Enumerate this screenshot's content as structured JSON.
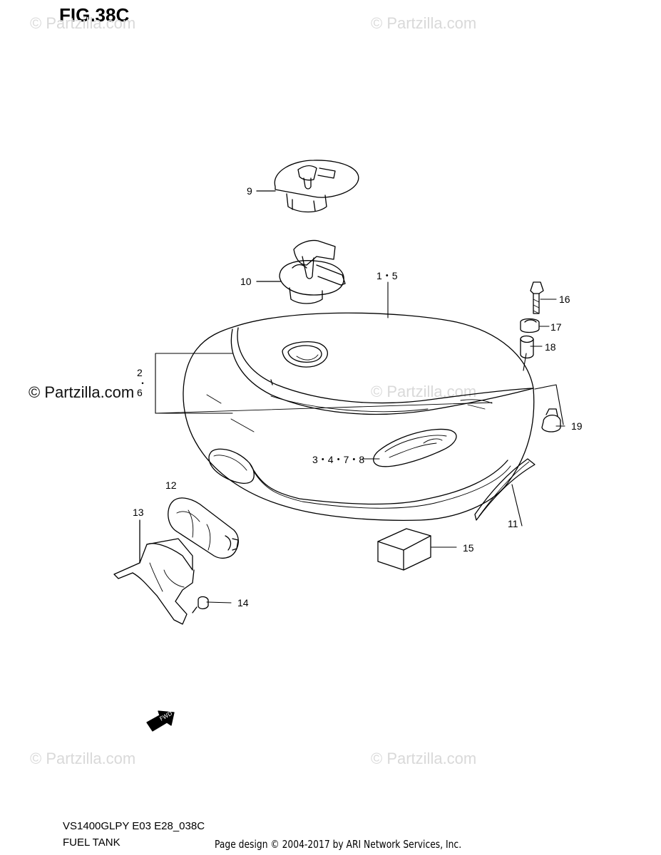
{
  "figure": {
    "title": "FIG.38C"
  },
  "watermarks": {
    "text": "© Partzilla.com",
    "bold_text": "© Partzilla.com"
  },
  "callouts": {
    "c9": "9",
    "c10": "10",
    "c1_5": "1・5",
    "c2": "2",
    "c6": "6",
    "c3_4_7_8": "3・4・7・8",
    "c11": "11",
    "c12": "12",
    "c13": "13",
    "c14": "14",
    "c15": "15",
    "c16": "16",
    "c17": "17",
    "c18": "18",
    "c19": "19"
  },
  "footer": {
    "model_code": "VS1400GLPY E03 E28_038C",
    "section_name": "FUEL TANK",
    "credit": "Page design © 2004-2017 by ARI Network Services, Inc."
  },
  "icons": {
    "forward": "fwd-arrow-icon"
  },
  "colors": {
    "line": "#000000",
    "watermark": "#d9d9d9"
  }
}
